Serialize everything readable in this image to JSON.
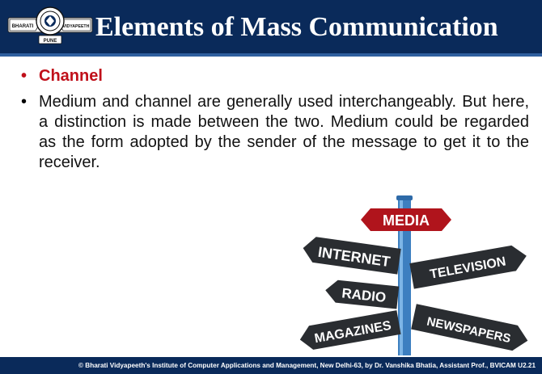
{
  "slide": {
    "title": "Elements of Mass Communication",
    "bullets": [
      {
        "marker": "•",
        "text": "Channel"
      },
      {
        "marker": "•",
        "text": "Medium and channel are generally used interchangeably. But here, a distinction is made between the two. Medium could be regarded as the form adopted by the sender of the message to get it to the receiver."
      }
    ]
  },
  "logo": {
    "left_text": "BHARATI",
    "right_text": "VIDYAPEETH",
    "bottom_text": "PUNE"
  },
  "signpost": {
    "signs": [
      "MEDIA",
      "INTERNET",
      "TELEVISION",
      "RADIO",
      "MAGAZINES",
      "NEWSPAPERS"
    ]
  },
  "footer": {
    "text": "© Bharati Vidyapeeth's Institute of Computer Applications and Management, New Delhi-63, by Dr. Vanshika Bhatia, Assistant Prof., BVICAM  U2.21"
  },
  "colors": {
    "header": "#0a2a5a",
    "accent_rule": "#2f5f9e",
    "heading_red": "#c0101a",
    "sign_red": "#b0141c",
    "sign_dark": "#2a2d31",
    "pole_blue": "#3d7fc0"
  }
}
